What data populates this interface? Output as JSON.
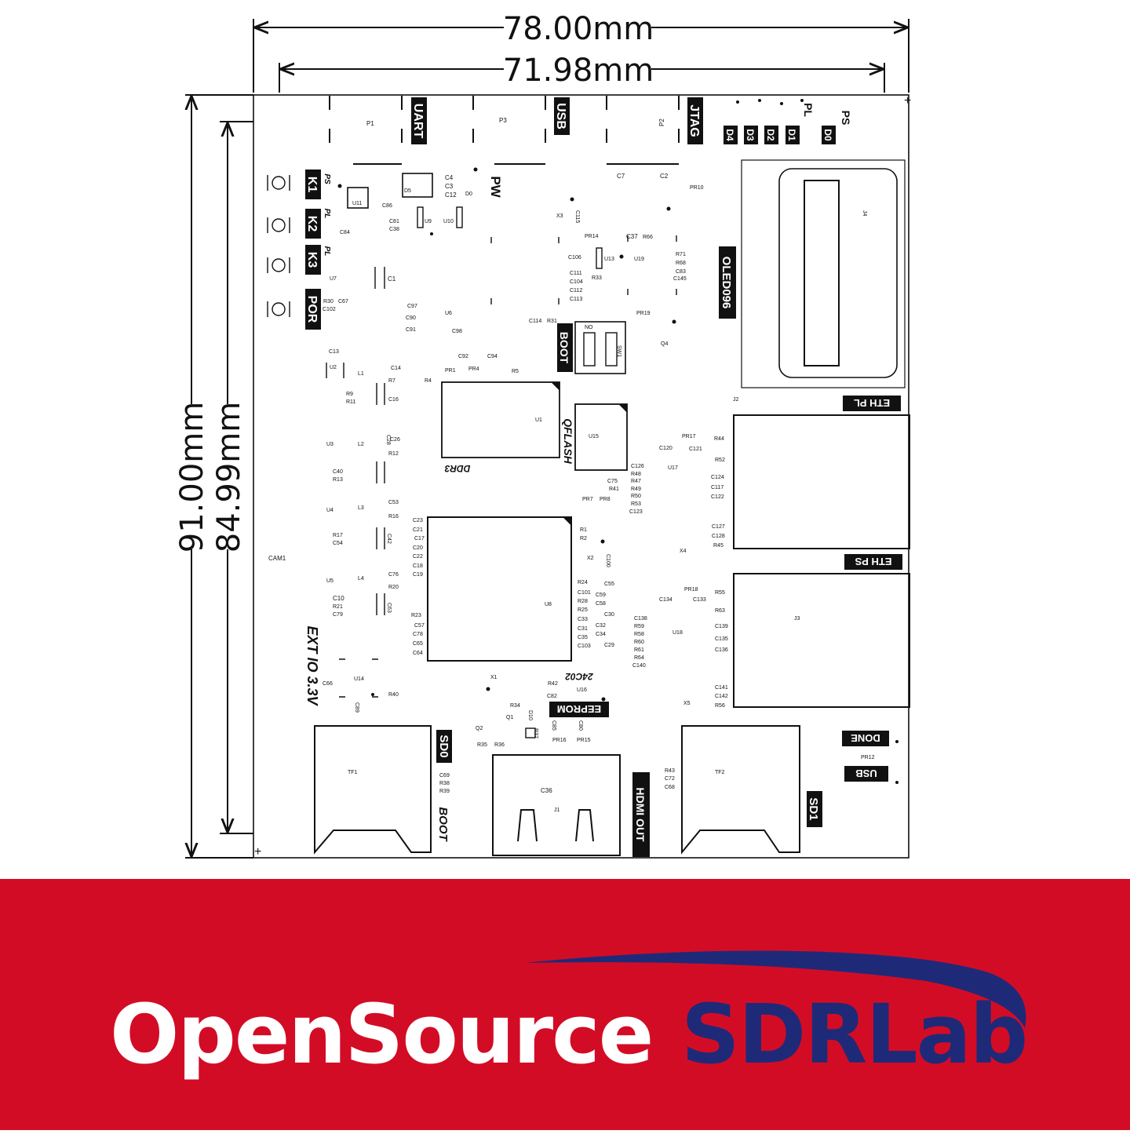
{
  "dimensions": {
    "board_width": "78.00mm",
    "hole_spacing_x": "71.98mm",
    "board_height": "91.00mm",
    "hole_spacing_y": "84.99mm"
  },
  "labels": {
    "uart": "UART",
    "usb_top": "USB",
    "jtag": "JTAG",
    "ps_top": "PS",
    "pl_top": "PL",
    "d4": "D4",
    "d3": "D3",
    "d2": "D2",
    "d1": "D1",
    "d0": "D0",
    "k1": "K1",
    "k2": "K2",
    "k3": "K3",
    "por": "POR",
    "ps_k1": "PS",
    "pl_k2": "PL",
    "pl_k3": "PL",
    "pw": "PW",
    "oled": "OLED096",
    "boot_sw": "BOOT",
    "qflash": "QFLASH",
    "ddr3": "DDR3",
    "eth_pl": "ETH PL",
    "eth_ps": "ETH PS",
    "ext_io": "EXT IO 3.3V",
    "chip_24c02": "24C02",
    "eeprom": "EEPROM",
    "sd0": "SD0",
    "boot_sd": "BOOT",
    "hdmi_out": "HDMI OUT",
    "sd1": "SD1",
    "done": "DONE",
    "usb_bottom": "USB",
    "cam1": "CAM1"
  },
  "refs": {
    "p1": "P1",
    "p3": "P3",
    "p2": "P2",
    "u11": "U11",
    "d5": "D5",
    "c4": "C4",
    "c3": "C3",
    "c12": "C12",
    "d0": "D0",
    "c7": "C7",
    "c2": "C2",
    "pr10": "PR10",
    "x3": "X3",
    "c115": "C115",
    "pr14": "PR14",
    "c37": "C37",
    "r66": "R66",
    "u13": "U13",
    "u19": "U19",
    "c106": "C106",
    "c111": "C111",
    "c104": "C104",
    "c112": "C112",
    "c113": "C113",
    "r33": "R33",
    "r71": "R71",
    "r68": "R68",
    "c83": "C83",
    "c145": "C145",
    "c1": "C1",
    "u7": "U7",
    "r30": "R30",
    "c67": "C67",
    "c102": "C102",
    "c97": "C97",
    "c90": "C90",
    "c91": "C91",
    "u6": "U6",
    "c98": "C98",
    "u9": "U9",
    "u10": "U10",
    "c81": "C81",
    "c38": "C38",
    "c86": "C86",
    "c84": "C84",
    "c114": "C114",
    "r31": "R31",
    "pr19": "PR19",
    "q4": "Q4",
    "c92": "C92",
    "c94": "C94",
    "pr1": "PR1",
    "pr4": "PR4",
    "r5": "R5",
    "c13": "C13",
    "u2": "U2",
    "l1": "L1",
    "c14": "C14",
    "r7": "R7",
    "c16": "C16",
    "r4": "R4",
    "r9": "R9",
    "r11": "R11",
    "u1": "U1",
    "u15": "U15",
    "j2": "J2",
    "u3": "U3",
    "l2": "L2",
    "c26": "C26",
    "r12": "R12",
    "c28": "C28",
    "r13": "R13",
    "c40": "C40",
    "c53": "C53",
    "r16": "R16",
    "u4": "U4",
    "l3": "L3",
    "r17": "R17",
    "c54": "C54",
    "c42": "C42",
    "u5": "U5",
    "l4": "L4",
    "c76": "C76",
    "r20": "R20",
    "c10": "C10",
    "r21": "R21",
    "c79": "C79",
    "c63": "C63",
    "pr17": "PR17",
    "r44": "R44",
    "c120": "C120",
    "c121": "C121",
    "r52": "R52",
    "u17": "U17",
    "c126": "C126",
    "r48": "R48",
    "c75": "C75",
    "r47": "R47",
    "r41": "R41",
    "r49": "R49",
    "r50": "R50",
    "r53": "R53",
    "c123": "C123",
    "c124": "C124",
    "c117": "C117",
    "c122": "C122",
    "c127": "C127",
    "c128": "C128",
    "r45": "R45",
    "x4": "X4",
    "pr7": "PR7",
    "pr8": "PR8",
    "r1": "R1",
    "r2": "R2",
    "x2": "X2",
    "c100": "C100",
    "c23": "C23",
    "c21": "C21",
    "c17": "C17",
    "c20": "C20",
    "c22": "C22",
    "c18": "C18",
    "c19": "C19",
    "u8": "U8",
    "r24": "R24",
    "c55": "C55",
    "c101": "C101",
    "c59": "C59",
    "r28": "R28",
    "c58": "C58",
    "r25": "R25",
    "c30": "C30",
    "c33": "C33",
    "c32": "C32",
    "c31": "C31",
    "c35": "C35",
    "c34": "C34",
    "c103": "C103",
    "c29": "C29",
    "r23": "R23",
    "c57": "C57",
    "c78": "C78",
    "c65": "C65",
    "c64": "C64",
    "pr18": "PR18",
    "r55": "R55",
    "c134": "C134",
    "c133": "C133",
    "r63": "R63",
    "j3": "J3",
    "c138": "C138",
    "r59": "R59",
    "r58": "R58",
    "r60": "R60",
    "r61": "R61",
    "r64": "R64",
    "c140": "C140",
    "u18": "U18",
    "c139": "C139",
    "c135": "C135",
    "c136": "C136",
    "c141": "C141",
    "c142": "C142",
    "r56": "R56",
    "x5": "X5",
    "u14": "U14",
    "c66": "C66",
    "c89": "C89",
    "r40": "R40",
    "x1": "X1",
    "r42": "R42",
    "c82": "C82",
    "u16": "U16",
    "r34": "R34",
    "q1": "Q1",
    "q2": "Q2",
    "d10": "D10",
    "r35": "R35",
    "r36": "R36",
    "r37": "R37",
    "c85": "C85",
    "c80": "C80",
    "pr16": "PR16",
    "pr15": "PR15",
    "tf1": "TF1",
    "c69": "C69",
    "r38": "R38",
    "r39": "R39",
    "c36": "C36",
    "j1": "J1",
    "r43": "R43",
    "c72": "C72",
    "c68": "C68",
    "tf2": "TF2",
    "pr12": "PR12",
    "j4": "J4",
    "sw1": "SW1",
    "no": "NO"
  },
  "brand": {
    "part1": "OpenSource",
    "part2": "SDRLab"
  },
  "colors": {
    "banner_red": "#d30c26",
    "brand_navy": "#1e2a78",
    "text_white": "#ffffff",
    "pcb_line": "#111111"
  }
}
